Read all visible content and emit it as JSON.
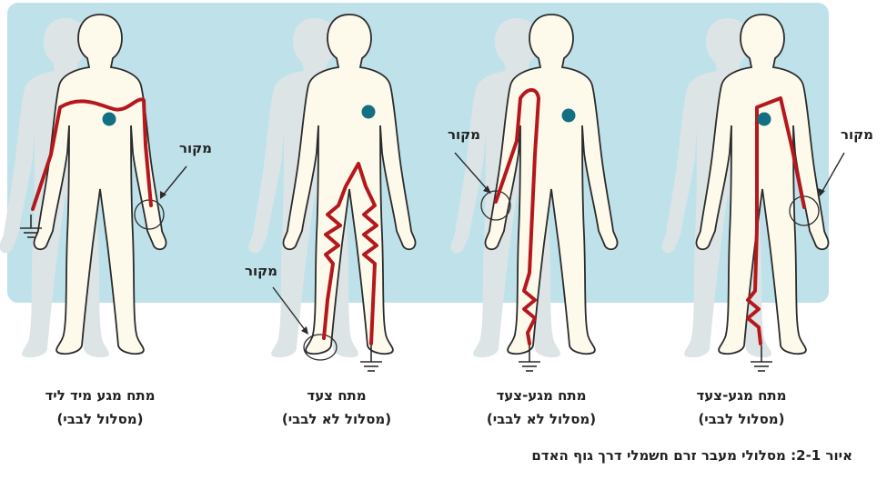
{
  "colors": {
    "panel": "#bfe2ea",
    "body_fill": "#fdfaec",
    "outline": "#2b2b2b",
    "shadow": "#dde4e6",
    "current_path": "#b5171c",
    "heart": "#136f82"
  },
  "source_label": "מקור",
  "figures": [
    {
      "title": "מתח מגע מיד ליד",
      "subtitle": "(מסלול לבבי)",
      "path": "hand-to-hand"
    },
    {
      "title": "מתח צעד",
      "subtitle": "(מסלול לא לבבי)",
      "path": "foot-to-foot"
    },
    {
      "title": "מתח מגע-צעד",
      "subtitle": "(מסלול לא לבבי)",
      "path": "hand-to-foot-same-side"
    },
    {
      "title": "מתח מגע-צעד",
      "subtitle": "(מסלול לבבי)",
      "path": "hand-to-foot-cross"
    }
  ],
  "caption": "איור 2-1: מסלולי מעבר זרם חשמלי דרך גוף האדם"
}
